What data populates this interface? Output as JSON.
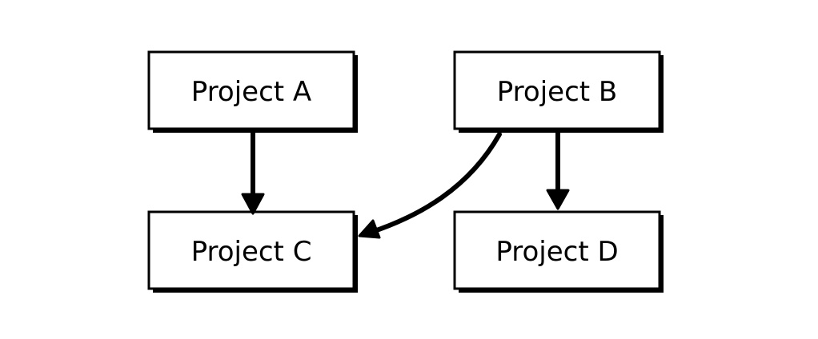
{
  "diagram": {
    "nodes": {
      "a": {
        "label": "Project A"
      },
      "b": {
        "label": "Project B"
      },
      "c": {
        "label": "Project C"
      },
      "d": {
        "label": "Project D"
      }
    },
    "edges": [
      {
        "from": "Project A",
        "to": "Project C"
      },
      {
        "from": "Project B",
        "to": "Project C"
      },
      {
        "from": "Project B",
        "to": "Project D"
      }
    ]
  },
  "colors": {
    "stroke": "#000000",
    "fill": "#ffffff",
    "background": "#ffffff"
  }
}
